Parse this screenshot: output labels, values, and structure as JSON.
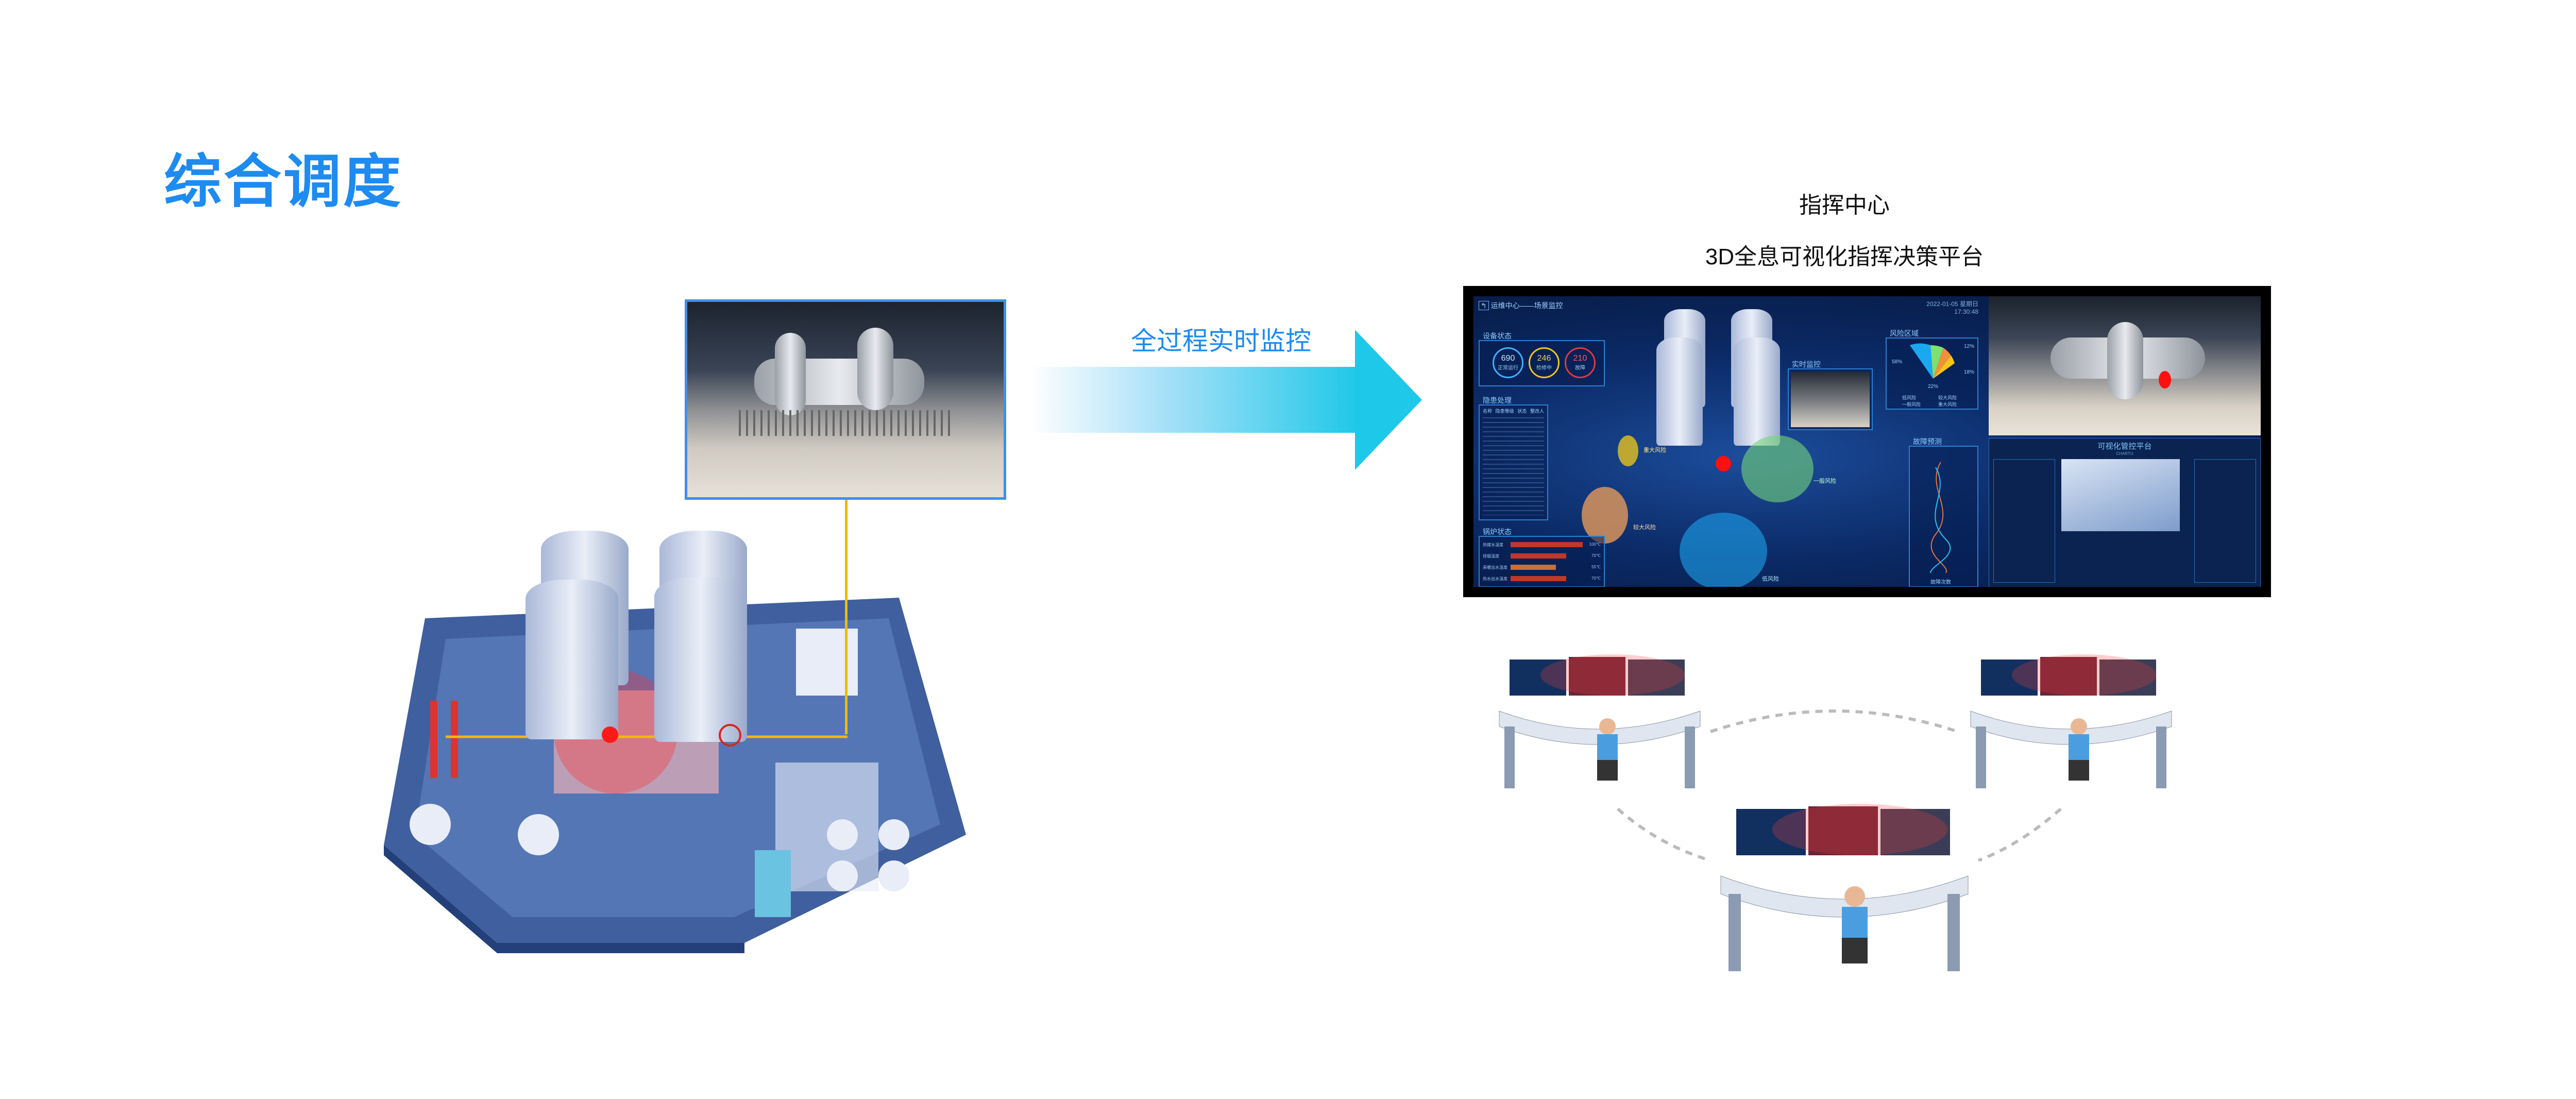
{
  "page": {
    "title": "综合调度"
  },
  "flow": {
    "arrow_label": "全过程实时监控"
  },
  "command_center": {
    "title": "指挥中心",
    "subtitle": "3D全息可视化指挥决策平台"
  },
  "dashboard": {
    "header": "运维中心——场景监控",
    "date": "2022-01-05 星期日",
    "time": "17:30:48",
    "equipment_status": {
      "title": "设备状态",
      "items": [
        {
          "value": "690",
          "label": "正常运行"
        },
        {
          "value": "246",
          "label": "检修中"
        },
        {
          "value": "210",
          "label": "故障"
        }
      ]
    },
    "hazards": {
      "title": "隐患处理",
      "columns": [
        "名称",
        "隐患等级",
        "状态",
        "整改人"
      ]
    },
    "boiler": {
      "title": "锅炉状态",
      "rows": [
        {
          "label": "热媒水温度",
          "value": "100℃",
          "pct": 100
        },
        {
          "label": "排烟温度",
          "value": "70℃",
          "pct": 78
        },
        {
          "label": "采暖出水温度",
          "value": "55℃",
          "pct": 62
        },
        {
          "label": "热水出水温度",
          "value": "70℃",
          "pct": 78
        }
      ]
    },
    "risk_area": {
      "title": "风险区域",
      "slices": [
        {
          "label": "58%",
          "color": "#1aa9f0"
        },
        {
          "label": "22%",
          "color": "#7ee070"
        },
        {
          "label": "18%",
          "color": "#f0903a"
        },
        {
          "label": "12%",
          "color": "#f5c518"
        }
      ],
      "legend": [
        "低风险",
        "较大风险",
        "一般风险",
        "重大风险"
      ]
    },
    "live_monitor": {
      "title": "实时监控"
    },
    "fault_forecast": {
      "title": "故障预测",
      "xlabel": "故障次数"
    },
    "scene_tags": [
      "重大风险",
      "一般风险",
      "较大风险",
      "低风险"
    ],
    "platform": {
      "title": "可视化管控平台",
      "subtitle": "CHARTU"
    }
  },
  "colors": {
    "accent": "#1e8bf0",
    "arrow": "#1ec8e8",
    "highlight": "#ff1a1a",
    "link_line": "#f5b800"
  }
}
